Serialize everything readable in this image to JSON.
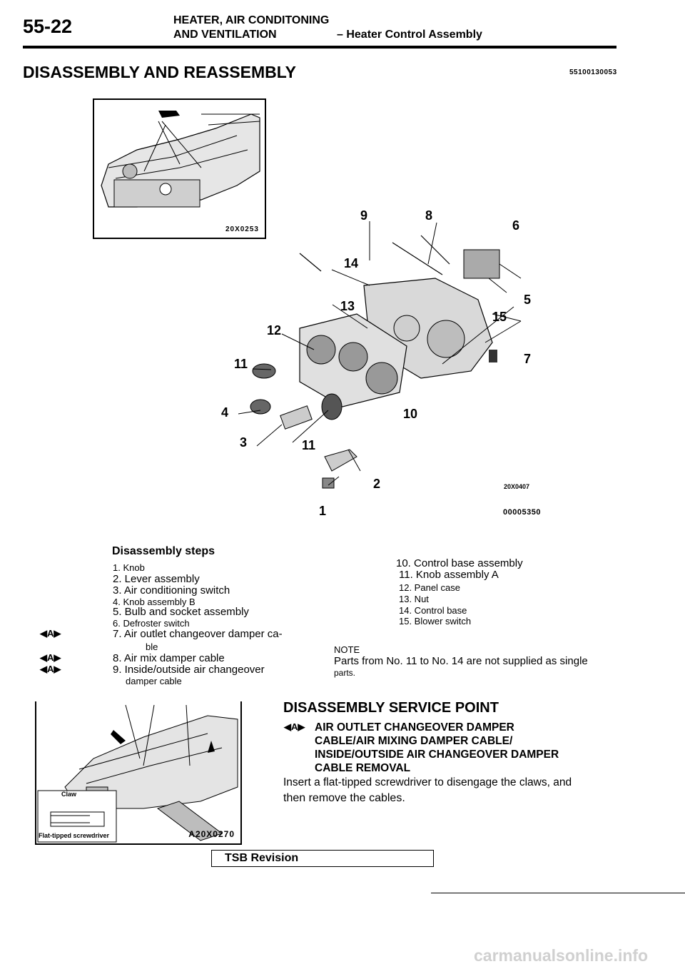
{
  "header": {
    "page_number": "55-22",
    "title_line1": "HEATER, AIR CONDITONING",
    "title_line2": "AND VENTILATION",
    "section": "– Heater Control Assembly"
  },
  "section_title": "DISASSEMBLY AND REASSEMBLY",
  "section_code": "55100130053",
  "figure_main": {
    "inset_code": "20X0253",
    "part_code": "20X0407",
    "figure_code": "00005350",
    "callouts": [
      "9",
      "8",
      "6",
      "14",
      "5",
      "13",
      "15",
      "12",
      "7",
      "11",
      "4",
      "10",
      "3",
      "11",
      "2",
      "1"
    ]
  },
  "steps": {
    "heading": "Disassembly steps",
    "left": [
      {
        "text": "1. Knob"
      },
      {
        "text": "2. Lever assembly"
      },
      {
        "text": "3. Air conditioning switch"
      },
      {
        "text": "4. Knob assembly B"
      },
      {
        "text": "5. Bulb and socket assembly"
      },
      {
        "text": "6. Defroster switch"
      },
      {
        "text": "7. Air outlet changeover damper ca-",
        "cont": "ble",
        "mark": "A"
      },
      {
        "text": "8. Air mix damper cable",
        "mark": "A"
      },
      {
        "text": "9. Inside/outside air changeover",
        "cont": "damper cable",
        "mark": "A"
      }
    ],
    "right": [
      "10. Control base assembly",
      "11. Knob assembly A",
      "12. Panel case",
      "13. Nut",
      "14. Control base",
      "15. Blower switch"
    ],
    "note_label": "NOTE",
    "note_text": "Parts from No. 11 to No. 14 are not supplied as single",
    "note_text2": "parts."
  },
  "service": {
    "title": "DISASSEMBLY SERVICE POINT",
    "mark": "A",
    "subtitle_lines": [
      "AIR OUTLET CHANGEOVER DAMPER",
      "CABLE/AIR MIXING DAMPER CABLE/",
      "INSIDE/OUTSIDE AIR CHANGEOVER DAMPER",
      "CABLE REMOVAL"
    ],
    "body_line1": "Insert a flat-tipped screwdriver to disengage the claws, and",
    "body_line2": "then remove the cables."
  },
  "figure_detail": {
    "code": "A20X0270",
    "label_claw": "Claw",
    "label_tool": "Flat-tipped screwdriver"
  },
  "footer": {
    "revision": "TSB Revision",
    "watermark": "carmanualsonline.info"
  }
}
